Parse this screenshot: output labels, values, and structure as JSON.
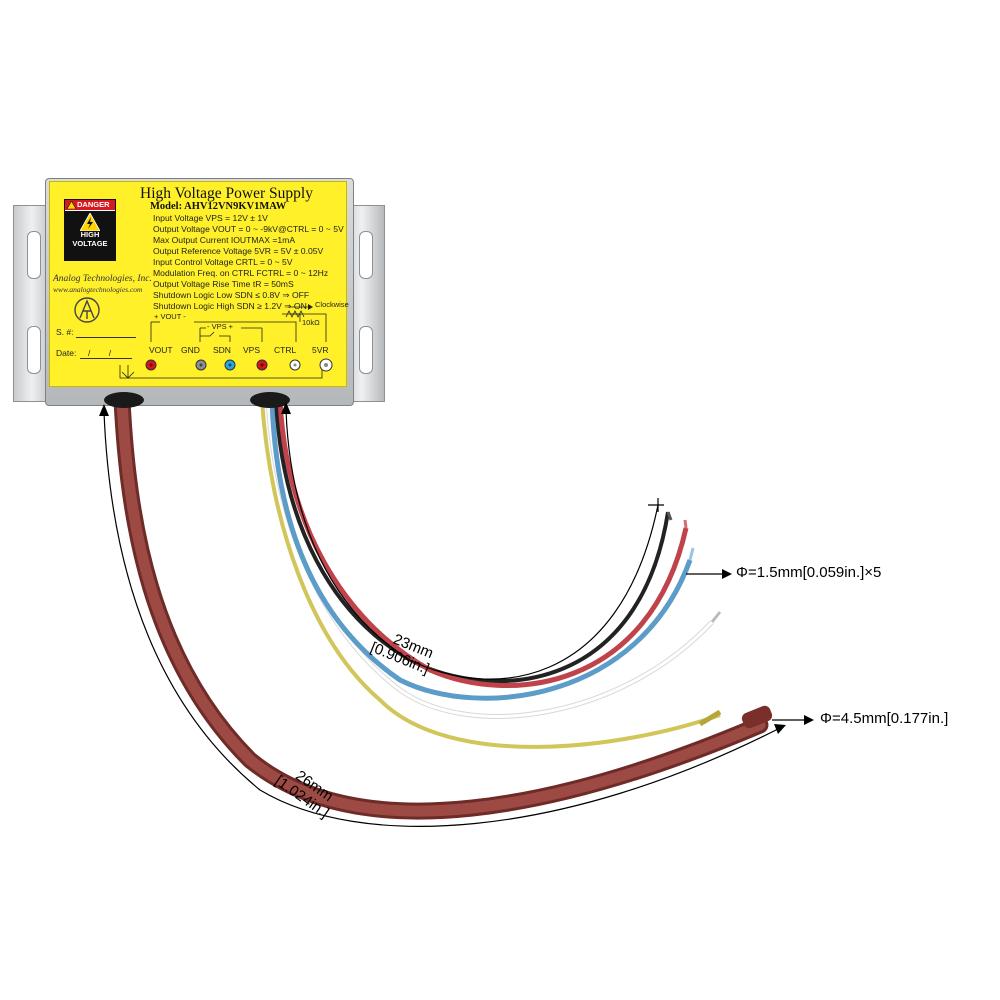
{
  "module": {
    "title": "High Voltage Power Supply",
    "model": "Model: AHV12VN9KV1MAW",
    "specs": [
      "Input Voltage VPS = 12V ± 1V",
      "Output Voltage VOUT = 0 ~ -9kV@CTRL = 0 ~ 5V",
      "Max Output Current IOUTMAX =1mA",
      "Output Reference Voltage 5VR = 5V ± 0.05V",
      "Input Control Voltage CRTL = 0 ~ 5V",
      "Modulation Freq. on CTRL FCTRL = 0 ~ 12Hz",
      "Output Voltage Rise Time tR = 50mS",
      "Shutdown Logic Low SDN ≤ 0.8V ⇒ OFF",
      "Shutdown Logic High SDN ≥ 1.2V ⇒ ON"
    ],
    "danger_header": "DANGER",
    "danger_text": "HIGH VOLTAGE",
    "company_name": "Analog Technologies, Inc.",
    "company_web": "www.analogtechnologies.com",
    "serial_label": "S. #:",
    "date_label": "Date:",
    "date_placeholder": "/ /",
    "vout_bracket": "+ VOUT -",
    "vps_bracket": "- VPS +",
    "clockwise": "Clockwise",
    "pot_value": "10kΩ",
    "terminals": [
      {
        "label": "VOUT",
        "color": "#d7141a"
      },
      {
        "label": "GND",
        "color": "#8a8f94"
      },
      {
        "label": "SDN",
        "color": "#29a8e0"
      },
      {
        "label": "VPS",
        "color": "#d7141a"
      },
      {
        "label": "CTRL",
        "color": "#ffffff"
      },
      {
        "label": "5VR",
        "color": "#ffffff"
      }
    ]
  },
  "dimensions": {
    "thin_wire_diameter": "Φ=1.5mm[0.059in.]×5",
    "thick_wire_diameter": "Φ=4.5mm[0.177in.]",
    "thin_length_mm": "23mm",
    "thin_length_in": "[0.906in.]",
    "thick_length_mm": "26mm",
    "thick_length_in": "[1.024in.]"
  },
  "colors": {
    "label_yellow": "#fff02a",
    "hv_wire": "#8e3a34",
    "red_wire": "#c0424a",
    "blue_wire": "#5b9cc8",
    "black_wire": "#222222",
    "white_wire": "#f2f2f2",
    "yellow_wire": "#cfc24a"
  }
}
